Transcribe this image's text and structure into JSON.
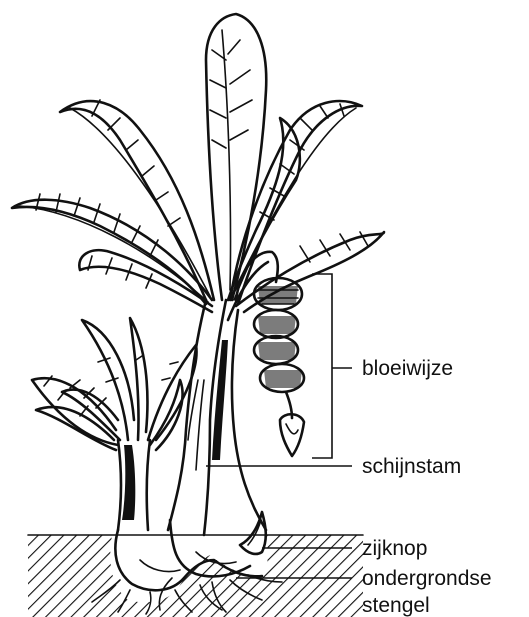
{
  "labels": {
    "inflorescence": "bloeiwijze",
    "pseudostem": "schijnstam",
    "lateral_bud": "zijknop",
    "underground_stem_line1": "ondergrondse",
    "underground_stem_line2": "stengel"
  },
  "colors": {
    "ink": "#111111",
    "paper": "#ffffff"
  }
}
